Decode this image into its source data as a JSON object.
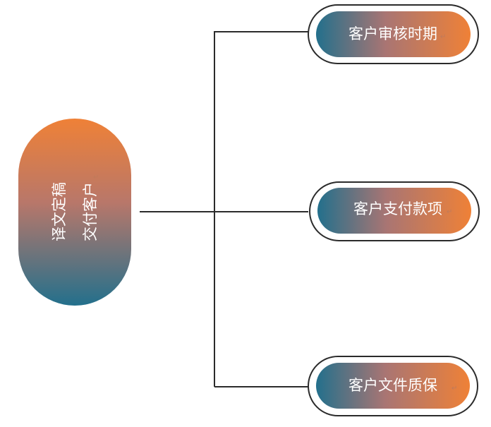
{
  "root": {
    "lines": [
      "译文定稿",
      "交付客户"
    ],
    "mark": "↵"
  },
  "branches": [
    {
      "label": "客户审核时期",
      "mark": "↵"
    },
    {
      "label": "客户支付款项",
      "mark": "↵"
    },
    {
      "label": "客户文件质保",
      "mark": "↵"
    }
  ],
  "colors": {
    "orange": "#ef8137",
    "teal": "#23708c",
    "line": "#2b2b2b",
    "outline": "#2b2b2b"
  }
}
